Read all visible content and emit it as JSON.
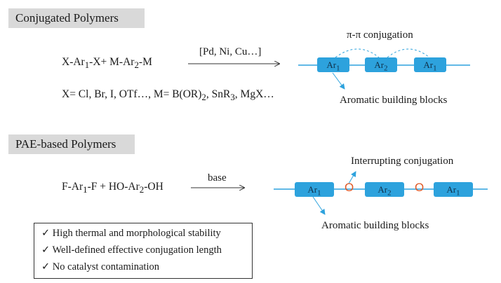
{
  "top": {
    "header": "Conjugated Polymers",
    "eq_a": "X-Ar",
    "eq_a_sub": "1",
    "eq_b": "-X+  M-Ar",
    "eq_b_sub": "2",
    "eq_c": "-M",
    "catalyst": "[Pd, Ni, Cu…]",
    "cond_a": "X= Cl, Br, I, OTf…,  M= B(OR)",
    "cond_a_sub": "2",
    "cond_b": ", SnR",
    "cond_b_sub": "3",
    "cond_c": ", MgX…",
    "pi_label": "π-π conjugation",
    "blocks": [
      {
        "name": "Ar",
        "sub": "1"
      },
      {
        "name": "Ar",
        "sub": "2"
      },
      {
        "name": "Ar",
        "sub": "1"
      }
    ],
    "aromatic_label": "Aromatic building blocks"
  },
  "bottom": {
    "header": "PAE-based Polymers",
    "eq_a": "F-Ar",
    "eq_a_sub": "1",
    "eq_b": "-F  +  HO-Ar",
    "eq_b_sub": "2",
    "eq_c": "-OH",
    "reagent": "base",
    "interrupt_label": "Interrupting conjugation",
    "oxygen": "O",
    "blocks": [
      {
        "name": "Ar",
        "sub": "1"
      },
      {
        "name": "Ar",
        "sub": "2"
      },
      {
        "name": "Ar",
        "sub": "1"
      }
    ],
    "aromatic_label": "Aromatic building blocks"
  },
  "benefits": {
    "check": "✓",
    "items": [
      "High thermal and morphological stability",
      "Well-defined effective conjugation length",
      "No catalyst contamination"
    ]
  },
  "colors": {
    "block": "#2da2dd",
    "oxygen": "#e05a28",
    "header_bg": "#d9d9d9"
  }
}
